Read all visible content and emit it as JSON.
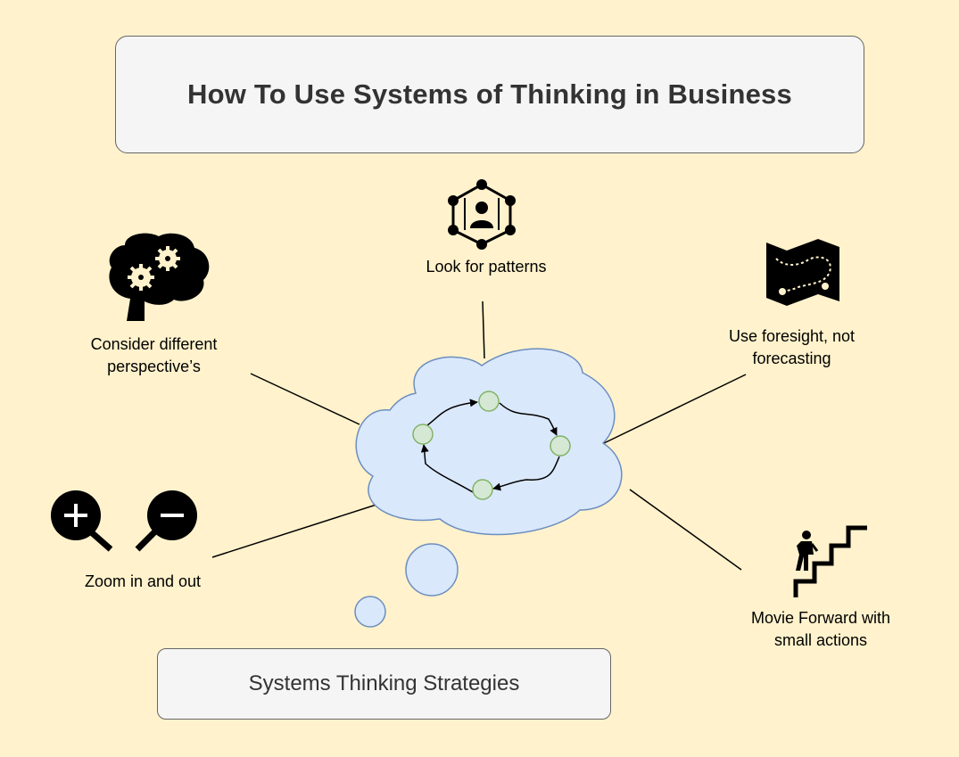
{
  "title": "How To Use Systems of Thinking in Business",
  "footer": "Systems Thinking Strategies",
  "strategies": {
    "patterns": "Look for patterns",
    "perspectives": "Consider different\nperspective’s",
    "foresight": "Use foresight, not\nforecasting",
    "zoom": "Zoom in and out",
    "forward": "Movie Forward with\nsmall actions"
  },
  "icons": {
    "patterns": "network-person-icon",
    "perspectives": "brain-gears-icon",
    "foresight": "map-route-icon",
    "zoom_in": "zoom-in-icon",
    "zoom_out": "zoom-out-icon",
    "forward": "stairs-climber-icon"
  },
  "colors": {
    "background": "#fff2cc",
    "box_fill": "#f5f5f5",
    "box_border": "#666666",
    "cloud_fill": "#dae8fc",
    "cloud_border": "#6c8ebf",
    "node_fill": "#d5e8d4",
    "node_border": "#82b366"
  }
}
